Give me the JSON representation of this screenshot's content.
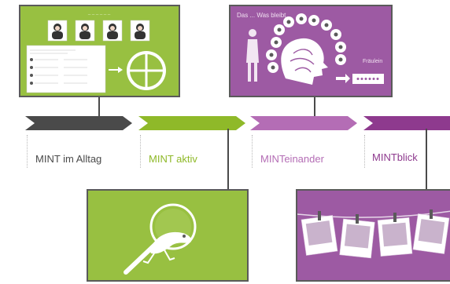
{
  "timeline": {
    "stages": [
      {
        "label": "MINT im Alltag",
        "color": "#4a4a4a"
      },
      {
        "label": "MINT aktiv",
        "color": "#8fb929"
      },
      {
        "label": "MINTeinander",
        "color": "#b46db5"
      },
      {
        "label": "MINTblick",
        "color": "#8e3a8e"
      }
    ]
  },
  "panels": {
    "purple_top": {
      "title": "Das ... Was bleibt",
      "side_label": "Fräulein"
    }
  },
  "colors": {
    "green": "#98c041",
    "purple": "#9d5aa3",
    "dark": "#4a4a4a",
    "frame": "#555555"
  }
}
